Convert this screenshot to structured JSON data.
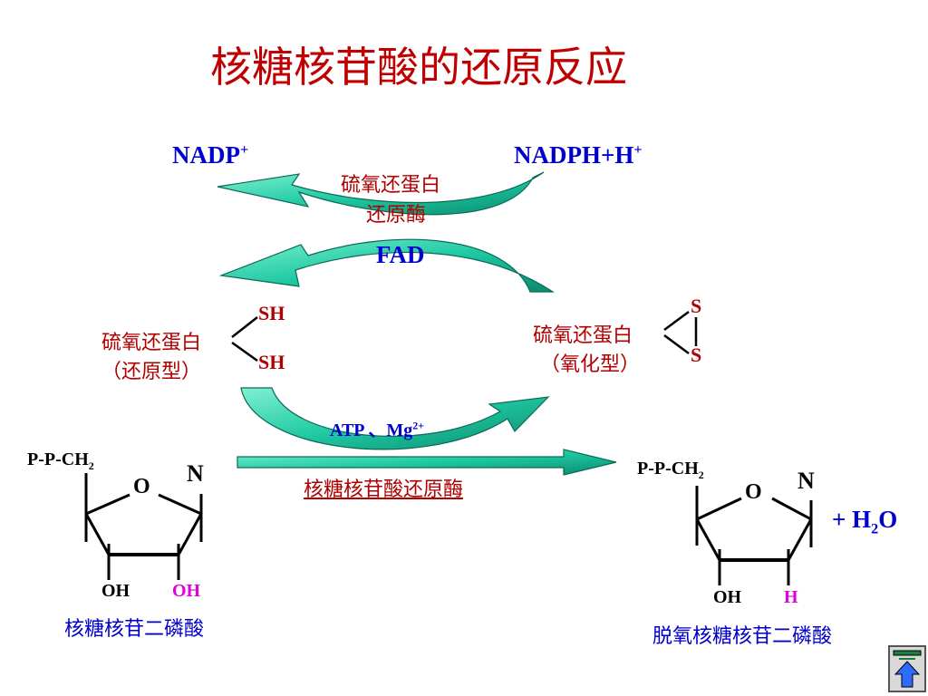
{
  "title": "核糖核苷酸的还原反应",
  "top_cycle": {
    "nadp": "NADP",
    "nadp_sup": "+",
    "nadph": "NADPH+H",
    "nadph_sup": "+",
    "enzyme_line1": "硫氧还蛋白",
    "enzyme_line2": "还原酶",
    "cofactor": "FAD"
  },
  "thioredoxin_reduced": {
    "name": "硫氧还蛋白",
    "state": "（还原型）",
    "sh_top": "SH",
    "sh_bottom": "SH"
  },
  "thioredoxin_oxidized": {
    "name": "硫氧还蛋白",
    "state": "（氧化型）",
    "s_top": "S",
    "s_bottom": "S"
  },
  "bottom_reaction": {
    "atp": "ATP 、Mg",
    "mg_sup": "2+",
    "enzyme": "核糖核苷酸还原酶"
  },
  "left_molecule": {
    "pp_ch": "P-P-CH",
    "pp_sub": "2",
    "ring_o": "O",
    "base": "N",
    "oh_left": "OH",
    "oh_right": "OH",
    "name": "核糖核苷二磷酸"
  },
  "right_molecule": {
    "pp_ch": "P-P-CH",
    "pp_sub": "2",
    "ring_o": "O",
    "base": "N",
    "oh_left": "OH",
    "h_right": "H",
    "name": "脱氧核糖核苷二磷酸"
  },
  "product": {
    "plus": "+ H",
    "sub": "2",
    "o": "O"
  },
  "icons": {
    "nav_button": "home-up-arrow-icon"
  },
  "colors": {
    "arrow_fill": "#1fc9a2",
    "title": "#c00000",
    "blue_text": "#0000cc",
    "magenta": "#e000e0"
  }
}
